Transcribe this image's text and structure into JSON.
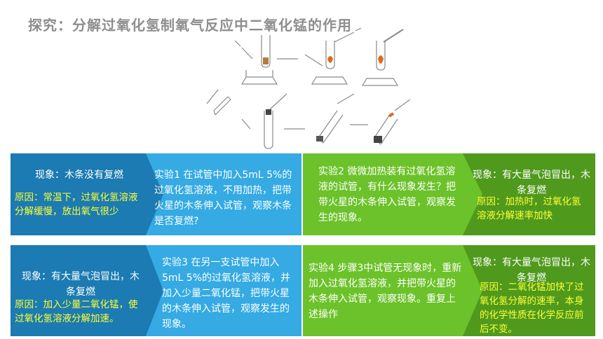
{
  "title": "探究：分解过氧化氢制氧气反应中二氧化锰的作用",
  "colors": {
    "dark_blue": "#1b7bb2",
    "light_blue": "#35aae3",
    "green": "#6cc22a",
    "dark_green": "#4f9a1d",
    "reason_text": "#ffff33",
    "title_text": "#8e8e8e"
  },
  "experiments": [
    {
      "phenomenon": "现象：木条没有复燃",
      "reason": "原因：常温下，过氧化氢溶液分解缓慢，放出氧气很少",
      "step": "实验1  在试管中加入5mL 5%的过氧化氢溶液，不用加热，把带火星的木条伸入试管，观察木条是否复燃?"
    },
    {
      "step": "实验2  微微加热装有过氧化氢溶液的试管，有什么现象发生？把带火星的木条伸入试管，观察发生的现象。",
      "phenomenon": "现象：有大量气泡冒出，木条复燃",
      "reason": "原因：加热时，过氧化氢溶液分解速率加快"
    },
    {
      "phenomenon": "现象：有大量气泡冒出，木条复燃",
      "reason": "原因：加入少量二氧化锰，使过氧化氢溶液分解加速。",
      "step": "实验3  在另一支试管中加入5mL 5%的过氧化氢溶液，并加入少量二氧化锰，把带火星的木条伸入试管，观察发生的现象。"
    },
    {
      "step": "实验4  步骤3中试管无现象时，重新加入过氧化氢溶液，并把带火星的木条伸入试管，观察现象。重复上述操作",
      "phenomenon": "现象：有大量气泡冒出，木条复燃",
      "reason": "原因：二氧化锰加快了过氧化氢分解的速率，本身的化学性质在化学反应前后不变。"
    }
  ]
}
